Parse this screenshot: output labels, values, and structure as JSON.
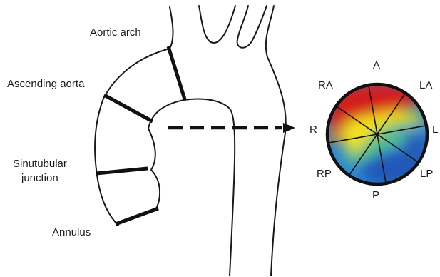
{
  "aorta": {
    "labels": {
      "aortic_arch": "Aortic arch",
      "ascending_aorta": "Ascending aorta",
      "sinutubular_line1": "Sinutubular",
      "sinutubular_line2": "junction",
      "annulus": "Annulus"
    }
  },
  "cross_section": {
    "sector_labels": {
      "a": "A",
      "ra": "RA",
      "la": "LA",
      "r": "R",
      "l": "L",
      "rp": "RP",
      "lp": "LP",
      "p": "P"
    },
    "colors": {
      "high": "#d41f1a",
      "mid_high": "#f07a1c",
      "mid": "#f2e21e",
      "mid_low": "#5cc27a",
      "low_mid": "#27a9d9",
      "low": "#2158b8"
    }
  }
}
